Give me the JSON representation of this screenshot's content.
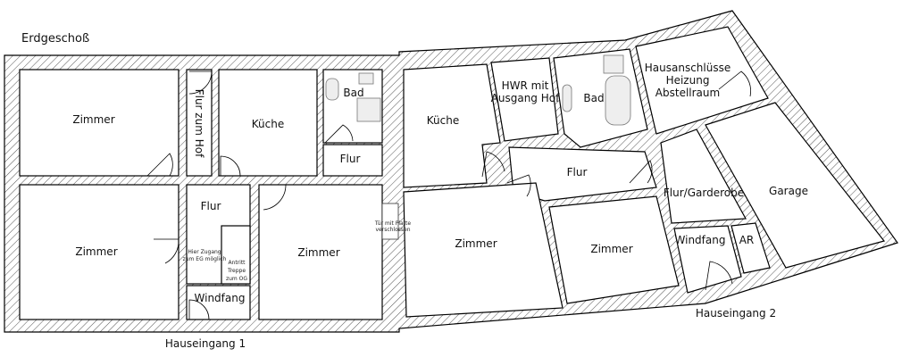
{
  "title": "Erdgeschoß",
  "rooms": {
    "zimmer_top_left": "Zimmer",
    "zimmer_bottom_left": "Zimmer",
    "flur_zum_hof": "Flur zum Hof",
    "kueche_left": "Küche",
    "bad_left": "Bad",
    "flur_small": "Flur",
    "flur_left": "Flur",
    "zimmer_middle": "Zimmer",
    "windfang_left": "Windfang",
    "kueche_right": "Küche",
    "hwr": [
      "HWR mit",
      "Ausgang Hof"
    ],
    "bad_right": "Bad",
    "hausanschluesse": [
      "Hausanschlüsse",
      "Heizung",
      "Abstellraum"
    ],
    "flur_right": "Flur",
    "zimmer_right_big": "Zimmer",
    "zimmer_right": "Zimmer",
    "flur_garderobe": "Flur/Garderobe",
    "garage": "Garage",
    "windfang_right": "Windfang",
    "ar": "AR"
  },
  "notes": {
    "zugang": [
      "Hier Zugang",
      "zum EG möglich"
    ],
    "treppe": [
      "Antritt",
      "Treppe",
      "zum OG"
    ],
    "tuer": [
      "Tür mit Platte",
      "verschlossen"
    ]
  },
  "entrances": {
    "entrance_1": "Hauseingang 1",
    "entrance_2": "Hauseingang 2"
  }
}
